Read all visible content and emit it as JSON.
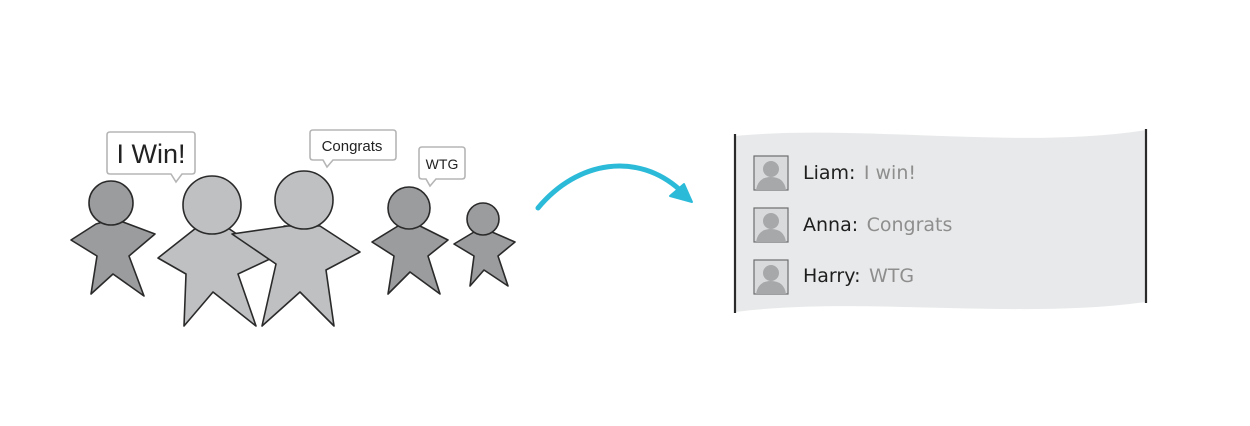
{
  "colors": {
    "figure_dark": "#9b9c9e",
    "figure_light": "#bfc0c2",
    "outline": "#2a2a2a",
    "arrow": "#2bbbd9",
    "panel": "#e8e9ea",
    "avatar_bg": "#d9dadb",
    "avatar_fg": "#a7a8aa"
  },
  "bubbles": [
    {
      "text": "I Win!"
    },
    {
      "text": "Congrats"
    },
    {
      "text": "WTG"
    }
  ],
  "chat": {
    "messages": [
      {
        "name": "Liam:",
        "text": "I win!"
      },
      {
        "name": "Anna:",
        "text": "Congrats"
      },
      {
        "name": "Harry:",
        "text": "WTG"
      }
    ]
  },
  "icons": {
    "figure": "person-star-icon",
    "arrow": "curved-arrow-icon",
    "avatar": "user-avatar-icon"
  }
}
